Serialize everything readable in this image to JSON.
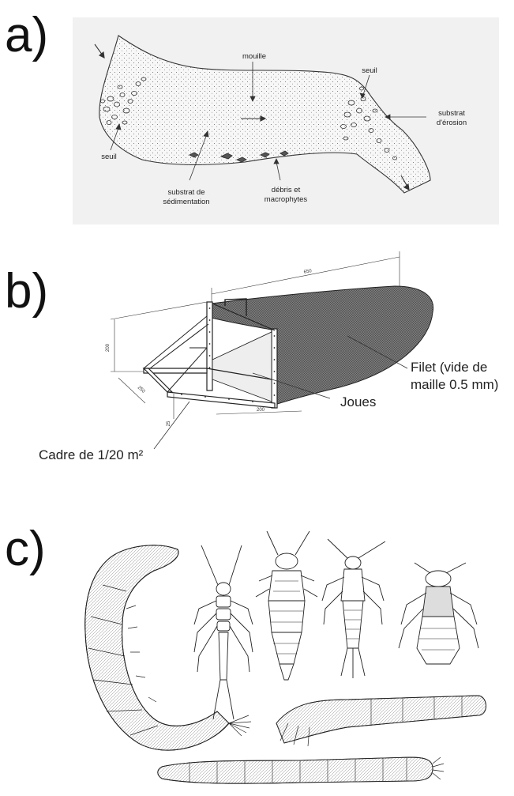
{
  "panel_a": {
    "letter": "a)",
    "labels": {
      "mouille": "mouille",
      "seuil_right": "seuil",
      "substrat_erosion_1": "substrat",
      "substrat_erosion_2": "d'érosion",
      "seuil_left": "seuil",
      "substrat_sed_1": "substrat de",
      "substrat_sed_2": "sédimentation",
      "debris_1": "débris et",
      "debris_2": "macrophytes"
    }
  },
  "panel_b": {
    "letter": "b)",
    "labels": {
      "filet_1": "Filet (vide de",
      "filet_2": "maille 0.5 mm)",
      "joues": "Joues",
      "cadre": "Cadre de 1/20 m²"
    },
    "dimensions": {
      "length": "650",
      "height": "200",
      "depth": "250",
      "width": "200",
      "small": "25"
    }
  },
  "panel_c": {
    "letter": "c)"
  }
}
